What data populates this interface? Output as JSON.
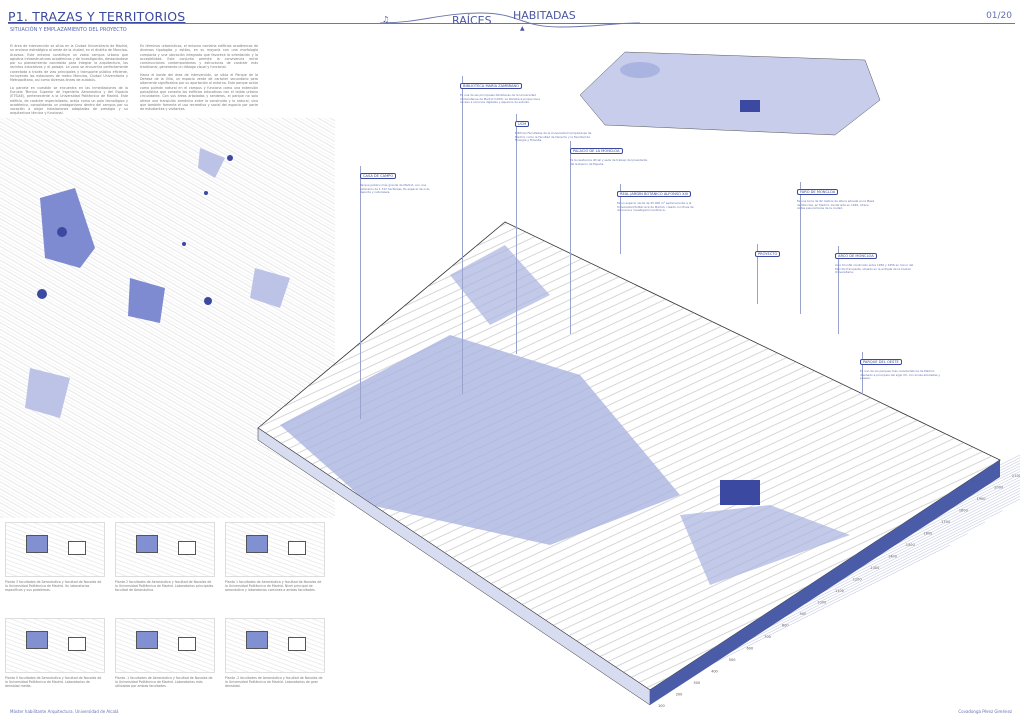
{
  "header": {
    "title": "P1. TRAZAS Y TERRITORIOS",
    "subtitle": "SITUACIÓN Y EMPLAZAMIENTO DEL PROYECTO",
    "raices": "RAÍCES",
    "habitadas": "HABITADAS",
    "page": "01/20"
  },
  "intro": {
    "p1": "El área de intervención se sitúa en la Ciudad Universitaria de Madrid, un enclave estratégico al oeste de la ciudad, en el distrito de Moncloa-Aravaca. Este entorno constituye un vasto campus urbano que aglutina infraestructuras académicas y de investigación, destacándose por su planeamiento concebido para integrar la arquitectura, los recintos educativos y el paisaje. La zona se encuentra perfectamente conectada a través de vías principales y transporte público eficiente, incluyendo las estaciones de metro Moncloa, Ciudad Universitaria y Metropolitano, así como diversas líneas de autobús.",
    "p2": "La parcela en cuestión se encuentra en las inmediaciones de la Escuela Técnica Superior de Ingeniería Aeronáutica y del Espacio (ETSIAE), perteneciente a la Universidad Politécnica de Madrid. Este edificio, de carácter especializado, actúa como un polo tecnológico y académico, consolidando un protagonismo dentro del campus por su vocación a alojar instalaciones adaptadas de prestigio y su arquitectura técnica y funcional.",
    "p3": "En términos urbanísticos, el entorno combina edificios académicos de diversas tipologías y estilos, en su mayoría con una morfología compacta y una ubicación integrada que favorece la orientación y la accesibilidad. Este conjunto permite la convivencia entre construcciones contemporáneas y estructuras de carácter más tradicional, generando un diálogo visual y funcional.",
    "p4": "Hacia el borde del área de intervención, se sitúa el Parque de la Dehesa de la Villa, un espacio verde de carácter secundario pero altamente significativo por su aportación al entorno. Este parque actúa como pulmón natural en el campus y funciona como una extensión paisajística que conecta los edificios educativos con el tejido urbano circundante. Con sus áreas arboladas y senderos, el parque no solo ofrece una transición armónica entre lo construido y lo natural, sino que también fomenta el uso recreativo y social del espacio por parte de estudiantes y visitantes."
  },
  "landmarks": [
    {
      "name": "CASA DE CAMPO",
      "desc": "Parque público más grande de Madrid, con una extensión de 1.722 hectáreas. Es espacio de ocio, deporte y naturaleza."
    },
    {
      "name": "BIBLIOTECA MARÍA ZAMBRANO",
      "desc": "Es una de las principales bibliotecas de la Universidad Complutense de Madrid (UCM). La biblioteca proporciona acceso a recursos digitales y espacios de estudio."
    },
    {
      "name": "UCM",
      "desc": "Edificios Facultades de la Universidad Complutense de Madrid, como la Facultad de Derecho y la Facultad de Filología y Filosofía."
    },
    {
      "name": "PALACIO DE LA MONCLOA",
      "desc": "Es la residencia oficial y sede de trabajo del presidente del Gobierno de España."
    },
    {
      "name": "REAL JARDÍN BOTÁNICO ALFONSO XIII",
      "desc": "Es un espacio verde de 25.000 m² perteneciente a la Universidad Politécnica de Madrid, creado con fines de docencia e investigación botánica."
    },
    {
      "name": "PROYECTO",
      "desc": ""
    },
    {
      "name": "FARO DE MONCLOA",
      "desc": "Es una torre de 92 metros de altura situada en la Plaza de Moncloa, en Madrid. Construida en 1992, ofrece vistas panorámicas de la ciudad."
    },
    {
      "name": "ARCO DE MONCLOA",
      "desc": "Arco triunfal construido entre 1950 y 1956 en honor del Ejército franquista, situado en la entrada de la Ciudad Universitaria."
    },
    {
      "name": "PARQUE DEL OESTE",
      "desc": "Es uno de los parques más característicos de Madrid, diseñado a principios del siglo XX, con zonas arboladas y paseos."
    }
  ],
  "altitudes": [
    "2100",
    "2000",
    "1900",
    "1800",
    "1700",
    "1600",
    "1500",
    "1400",
    "1300",
    "1200",
    "1100",
    "1000",
    "900",
    "800",
    "700",
    "600",
    "500",
    "400",
    "300",
    "200",
    "100"
  ],
  "plans": [
    {
      "caption": "Planta 3 facultades de Aeronáutica y facultad de Navales de la Universidad Politécnica de Madrid. Un laboratorios específicos y sus problemas."
    },
    {
      "caption": "Planta 2 facultades de Aeronáutica y facultad de Navales de la Universidad Politécnica de Madrid. Laboratorios principales facultad de Aeronáutica."
    },
    {
      "caption": "Planta 1 facultades de Aeronáutica y facultad de Navales de la Universidad Politécnica de Madrid. Nivel principal de aeronáutica y laboratorios comunes a ambas facultades."
    },
    {
      "caption": "Planta 0 facultades de Aeronáutica y facultad de Navales de la Universidad Politécnica de Madrid. Laboratorios de densidad media."
    },
    {
      "caption": "Planta -1 facultades de Aeronáutica y facultad de Navales de la Universidad Politécnica de Madrid. Laboratorios más utilizados por ambas facultades."
    },
    {
      "caption": "Planta -2 facultades de Aeronáutica y facultad de Navales de la Universidad Politécnica de Madrid. Laboratorios de gran densidad."
    }
  ],
  "footer": {
    "left": "Máster habilitante Arquitectura. Universidad de Alcalá",
    "right": "Covadonga Pérez Giménez"
  },
  "colors": {
    "accent": "#3b4aa0",
    "fill": "#aab4e0",
    "side": "#4a5ca8"
  }
}
